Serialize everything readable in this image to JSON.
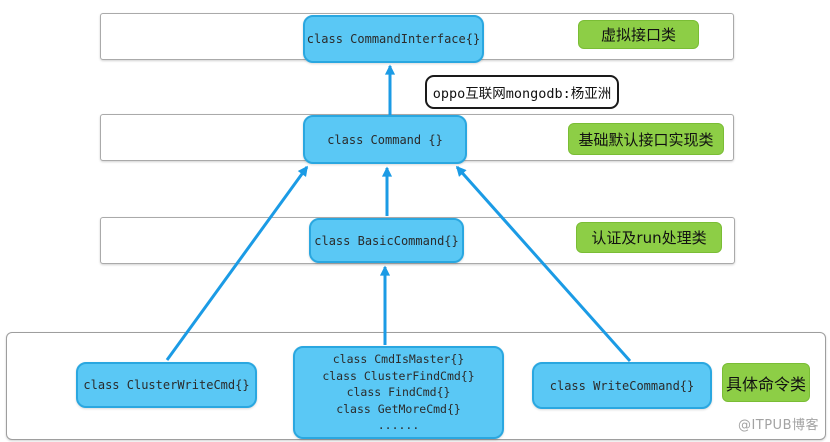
{
  "diagram": {
    "title_callout": "oppo互联网mongodb:杨亚洲",
    "watermark": "@ITPUB博客",
    "layers": [
      {
        "class_label": "class CommandInterface{}",
        "category": "虚拟接口类"
      },
      {
        "class_label": "class Command {}",
        "category": "基础默认接口实现类"
      },
      {
        "class_label": "class BasicCommand{}",
        "category": "认证及run处理类"
      }
    ],
    "bottom_layer": {
      "category": "具体命令类",
      "boxes": [
        {
          "label": "class ClusterWriteCmd{}"
        },
        {
          "lines": [
            "class CmdIsMaster{}",
            "class ClusterFindCmd{}",
            "class FindCmd{}",
            "class GetMoreCmd{}",
            "......"
          ]
        },
        {
          "label": "class WriteCommand{}"
        }
      ]
    },
    "relations": [
      "Command -> CommandInterface",
      "BasicCommand -> Command",
      "ClusterWriteCmd -> Command",
      "WriteCommand -> Command",
      "CmdIsMaster/ClusterFindCmd/FindCmd/GetMoreCmd -> BasicCommand"
    ],
    "colors": {
      "node_fill": "#5ac8f5",
      "node_border": "#2aa7e0",
      "arrow": "#1b9be5",
      "badge_fill": "#8dce46",
      "badge_border": "#7abd35",
      "container_border": "#aaaaaa",
      "watermark_text": "#a3a3a3"
    }
  }
}
